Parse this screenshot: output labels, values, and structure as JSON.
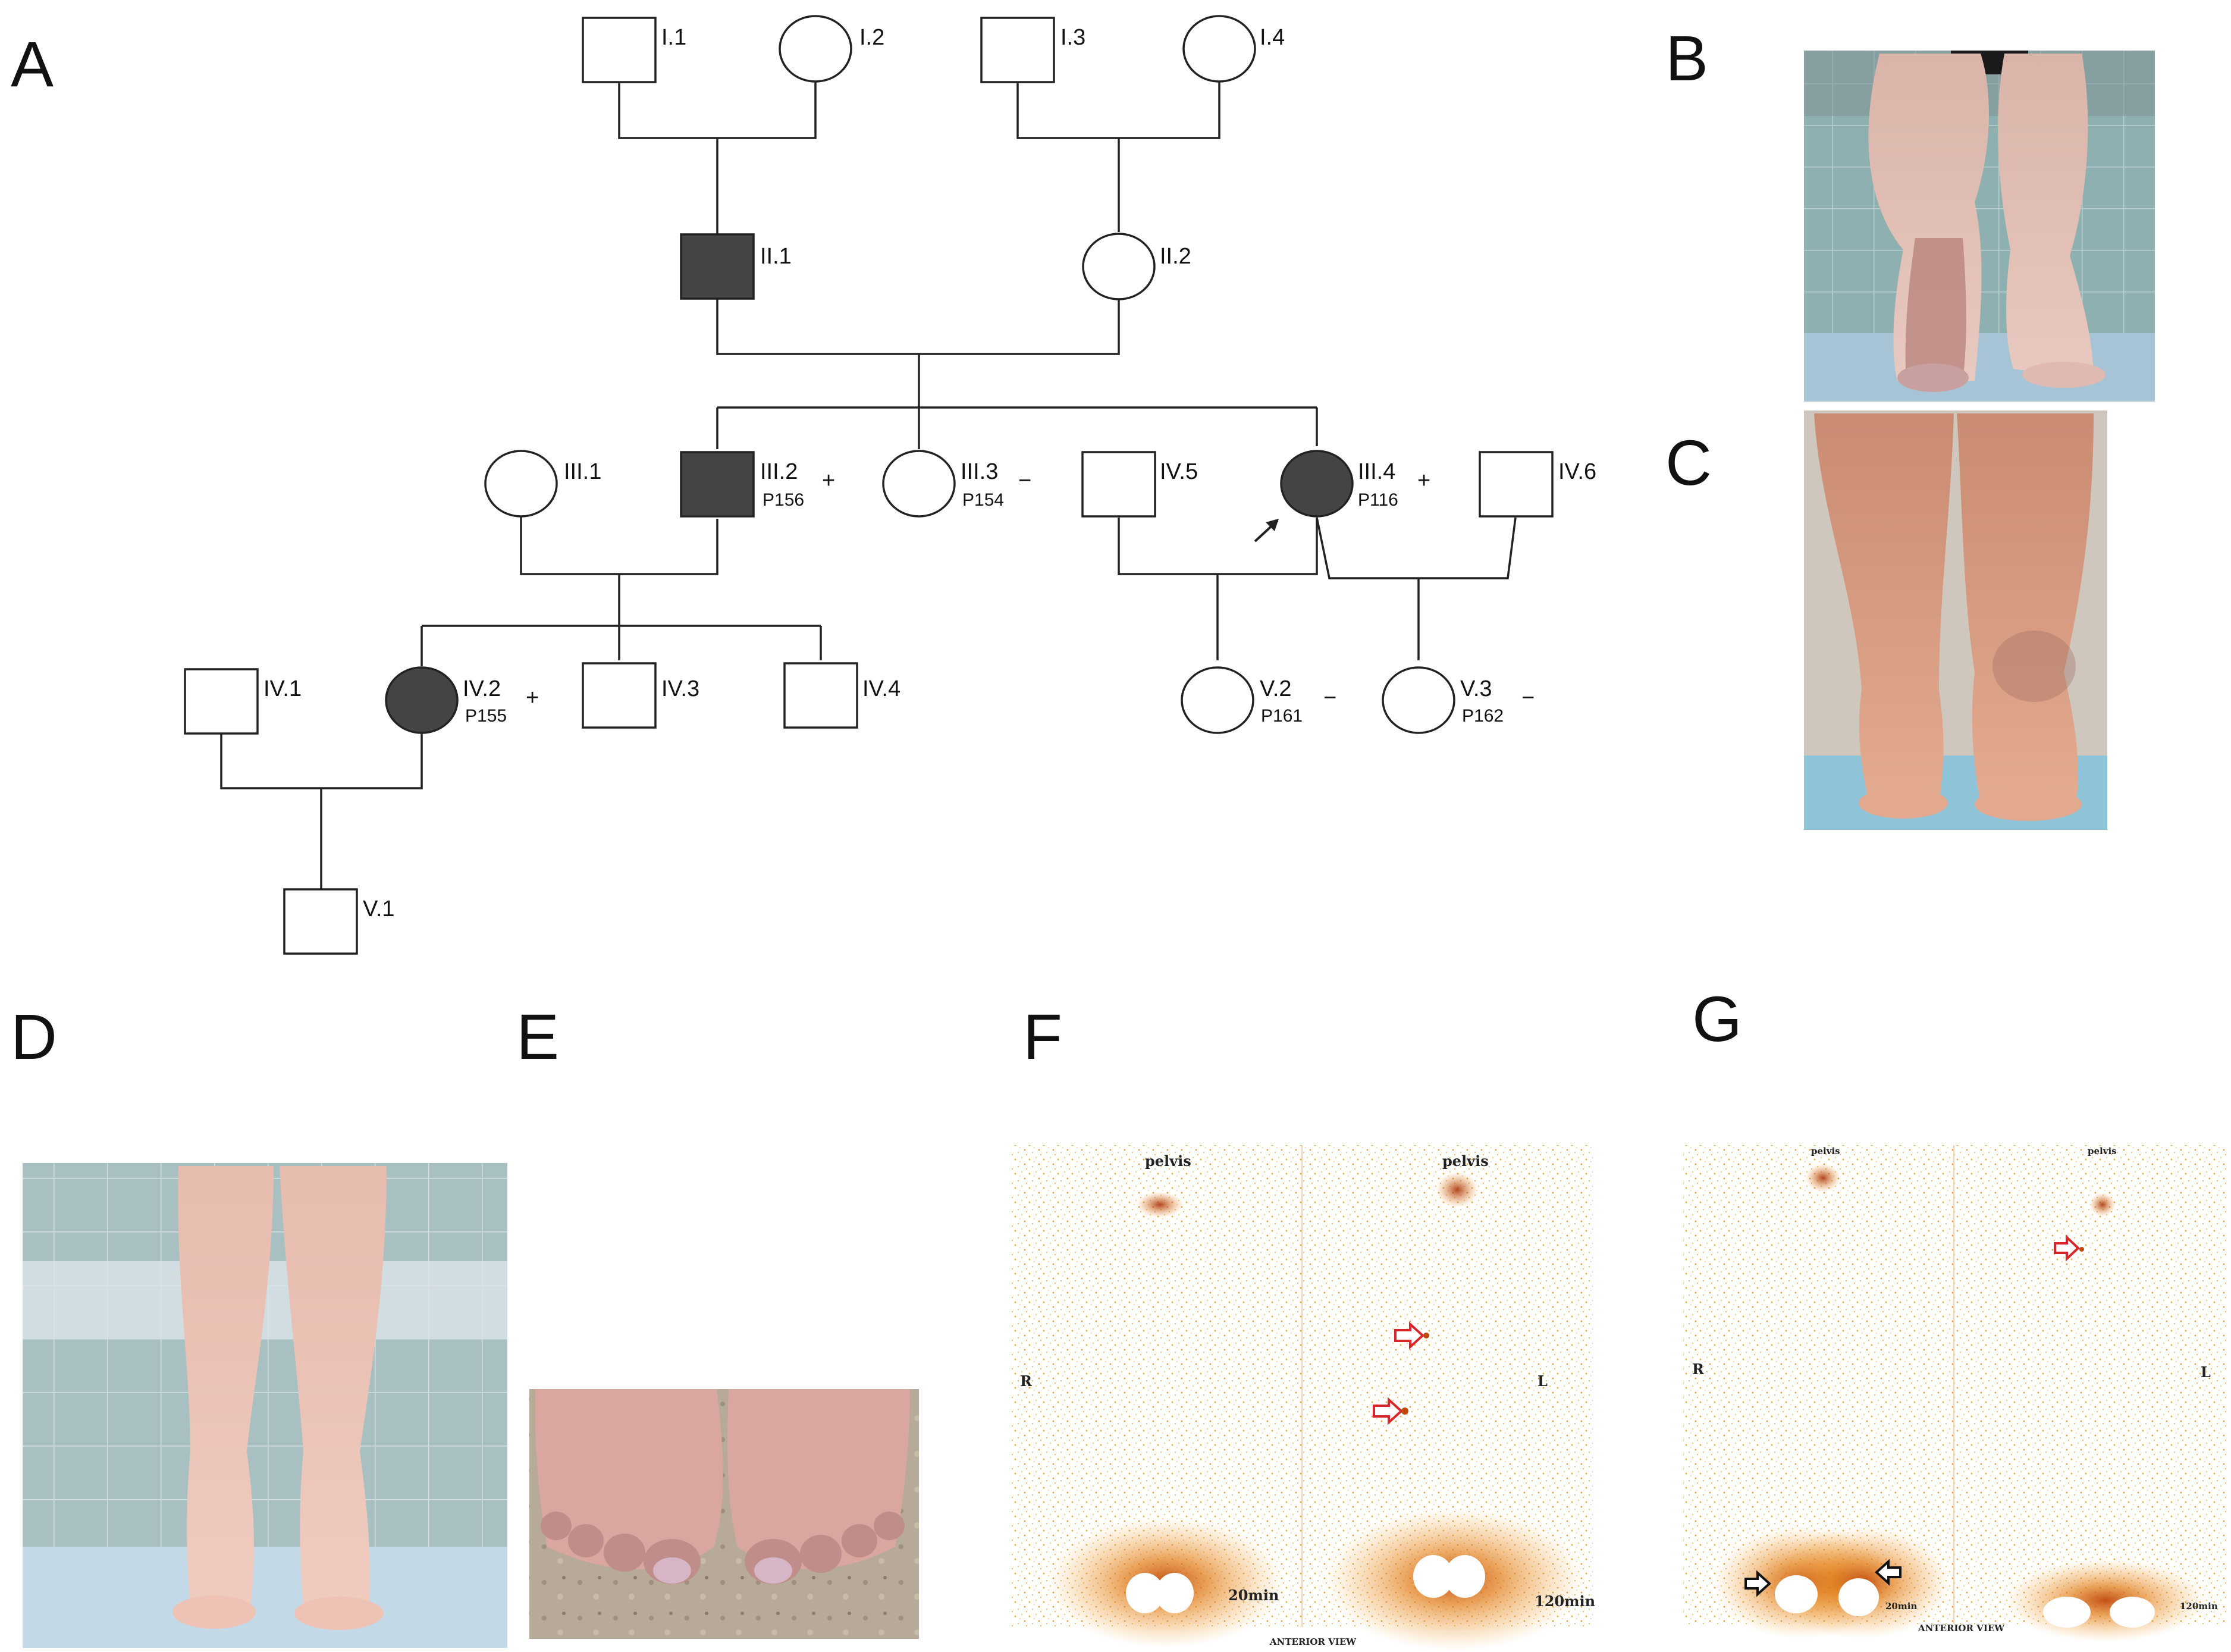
{
  "panels": {
    "A": "A",
    "B": "B",
    "C": "C",
    "D": "D",
    "E": "E",
    "F": "F",
    "G": "G"
  },
  "pedigree": {
    "individuals": [
      {
        "id": "I.1",
        "sex": "male",
        "affected": false,
        "sample": "",
        "status": ""
      },
      {
        "id": "I.2",
        "sex": "female",
        "affected": false,
        "sample": "",
        "status": ""
      },
      {
        "id": "I.3",
        "sex": "male",
        "affected": false,
        "sample": "",
        "status": ""
      },
      {
        "id": "I.4",
        "sex": "female",
        "affected": false,
        "sample": "",
        "status": ""
      },
      {
        "id": "II.1",
        "sex": "male",
        "affected": true,
        "sample": "",
        "status": ""
      },
      {
        "id": "II.2",
        "sex": "female",
        "affected": false,
        "sample": "",
        "status": ""
      },
      {
        "id": "III.1",
        "sex": "female",
        "affected": false,
        "sample": "",
        "status": ""
      },
      {
        "id": "III.2",
        "sex": "male",
        "affected": true,
        "sample": "P156",
        "status": "+"
      },
      {
        "id": "III.3",
        "sex": "female",
        "affected": false,
        "sample": "P154",
        "status": "−"
      },
      {
        "id": "IV.5",
        "sex": "male",
        "affected": false,
        "sample": "",
        "status": ""
      },
      {
        "id": "III.4",
        "sex": "female",
        "affected": true,
        "sample": "P116",
        "status": "+",
        "proband": true
      },
      {
        "id": "IV.6",
        "sex": "male",
        "affected": false,
        "sample": "",
        "status": ""
      },
      {
        "id": "IV.1",
        "sex": "male",
        "affected": false,
        "sample": "",
        "status": ""
      },
      {
        "id": "IV.2",
        "sex": "female",
        "affected": true,
        "sample": "P155",
        "status": "+"
      },
      {
        "id": "IV.3",
        "sex": "male",
        "affected": false,
        "sample": "",
        "status": ""
      },
      {
        "id": "IV.4",
        "sex": "male",
        "affected": false,
        "sample": "",
        "status": ""
      },
      {
        "id": "V.2",
        "sex": "female",
        "affected": false,
        "sample": "P161",
        "status": "−"
      },
      {
        "id": "V.3",
        "sex": "female",
        "affected": false,
        "sample": "P162",
        "status": "−"
      },
      {
        "id": "V.1",
        "sex": "male",
        "affected": false,
        "sample": "",
        "status": ""
      }
    ]
  },
  "scan_F": {
    "top_left": "pelvis",
    "top_right": "pelvis",
    "side_left": "R",
    "side_right": "L",
    "time_left": "20min",
    "time_right": "120min",
    "caption": "ANTERIOR VIEW"
  },
  "scan_G": {
    "top_left": "pelvis",
    "top_right": "pelvis",
    "side_left": "R",
    "side_right": "L",
    "time_left": "20min",
    "time_right": "120min",
    "caption": "ANTERIOR VIEW"
  },
  "colors": {
    "affected_fill": "#444444",
    "scan_orange": "#e08a1e",
    "arrow_red": "#d8262b",
    "skin": "#e6b8a6"
  }
}
